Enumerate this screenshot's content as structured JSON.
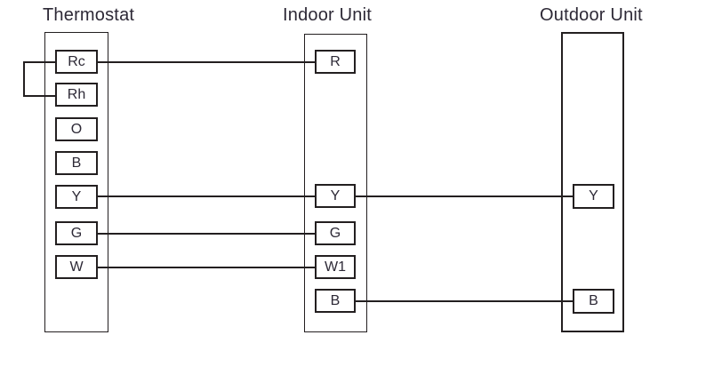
{
  "page": {
    "background_color": "#ffffff",
    "line_color": "#231f20",
    "text_color": "#2d2936"
  },
  "sections": {
    "thermostat": {
      "title": "Thermostat",
      "terminals": [
        "Rc",
        "Rh",
        "O",
        "B",
        "Y",
        "G",
        "W"
      ]
    },
    "indoor_unit": {
      "title": "Indoor Unit",
      "terminals": [
        "R",
        "Y",
        "G",
        "W1",
        "B"
      ]
    },
    "outdoor_unit": {
      "title": "Outdoor Unit",
      "terminals": [
        "Y",
        "B"
      ]
    }
  },
  "connections": [
    {
      "from": "Thermostat Rc",
      "to": "Thermostat Rh",
      "type": "jumper"
    },
    {
      "from": "Thermostat Rc",
      "to": "Indoor Unit R",
      "type": "wire"
    },
    {
      "from": "Thermostat Y",
      "to": "Indoor Unit Y",
      "type": "wire"
    },
    {
      "from": "Thermostat G",
      "to": "Indoor Unit G",
      "type": "wire"
    },
    {
      "from": "Thermostat W",
      "to": "Indoor Unit W1",
      "type": "wire"
    },
    {
      "from": "Indoor Unit Y",
      "to": "Outdoor Unit Y",
      "type": "wire"
    },
    {
      "from": "Indoor Unit B",
      "to": "Outdoor Unit B",
      "type": "wire"
    }
  ]
}
